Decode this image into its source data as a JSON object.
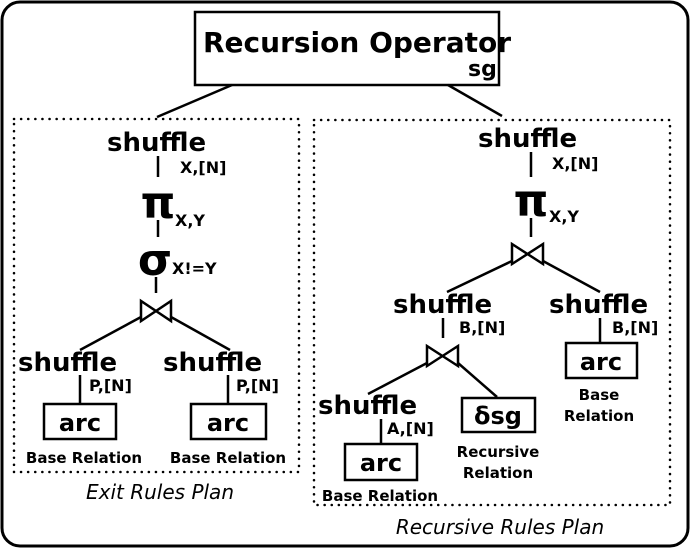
{
  "root": {
    "title": "Recursion Operator",
    "subscript": "sg"
  },
  "exit_plan": {
    "caption": "Exit Rules Plan",
    "shuffle_label": "shuffle",
    "shuffle_sub": "X,[N]",
    "project_sym": "π",
    "project_sub": "X,Y",
    "select_sym": "σ",
    "select_sub": "X!=Y",
    "join_sym": "⋈",
    "left_shuffle": "shuffle",
    "left_shuffle_sub": "P,[N]",
    "left_rel": "arc",
    "left_rel_caption": "Base Relation",
    "right_shuffle": "shuffle",
    "right_shuffle_sub": "P,[N]",
    "right_rel": "arc",
    "right_rel_caption": "Base Relation"
  },
  "recursive_plan": {
    "caption": "Recursive Rules Plan",
    "shuffle_label": "shuffle",
    "shuffle_sub": "X,[N]",
    "project_sym": "π",
    "project_sub": "X,Y",
    "join_sym": "⋈",
    "left_shuffle": "shuffle",
    "left_shuffle_sub": "B,[N]",
    "inner_join_sym": "⋈",
    "inner_shuffle": "shuffle",
    "inner_shuffle_sub": "A,[N]",
    "inner_rel": "arc",
    "inner_rel_caption": "Base Relation",
    "delta_rel": "δsg",
    "delta_caption_line1": "Recursive",
    "delta_caption_line2": "Relation",
    "right_shuffle": "shuffle",
    "right_shuffle_sub": "B,[N]",
    "right_rel": "arc",
    "right_caption_line1": "Base",
    "right_caption_line2": "Relation"
  }
}
